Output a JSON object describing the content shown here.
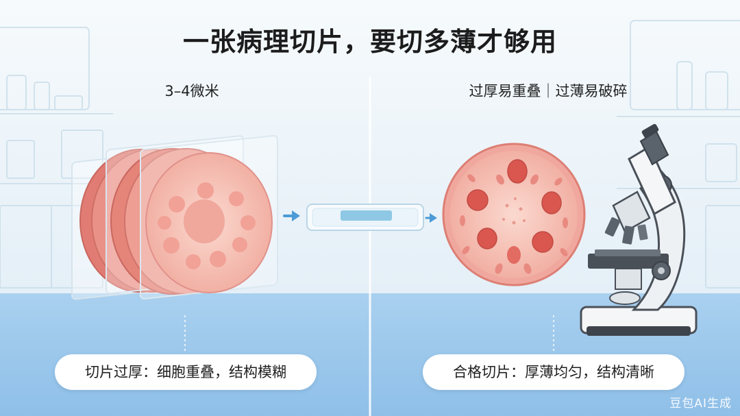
{
  "title": "一张病理切片，要切多薄才够用",
  "left_panel": {
    "label": "3–4微米",
    "caption": "切片过厚：细胞重叠，结构模糊"
  },
  "right_panel": {
    "label": "过厚易重叠｜过薄易破碎",
    "caption": "合格切片：厚薄均匀，结构清晰"
  },
  "watermark": "豆包AI生成",
  "colors": {
    "tissue": "#e98a82",
    "tissue_light": "#f3b3aa",
    "nucleus": "#d9574f",
    "arrow": "#4b9bd6",
    "floor": "#a6cdee",
    "slide_strip": "#8fc8e4"
  },
  "icons": [
    "tissue-stack-icon",
    "glass-slide-icon",
    "tissue-section-icon",
    "microscope-icon",
    "arrow-right-icon"
  ]
}
